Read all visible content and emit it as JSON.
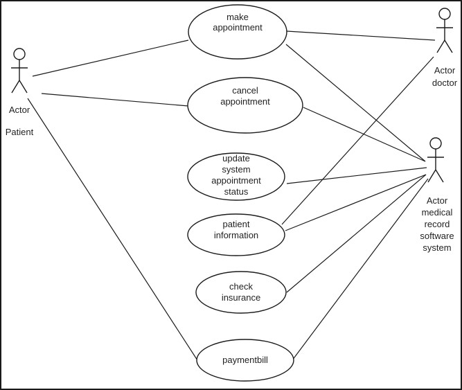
{
  "diagram": {
    "actors": [
      {
        "id": "patient",
        "lines": [
          "Actor",
          "Patient"
        ],
        "icon": "stick-figure-icon"
      },
      {
        "id": "doctor",
        "lines": [
          "Actor",
          "doctor"
        ],
        "icon": "stick-figure-icon"
      },
      {
        "id": "mrs",
        "lines": [
          "Actor",
          "medical",
          "record",
          "software",
          "system"
        ],
        "icon": "stick-figure-icon"
      }
    ],
    "use_cases": [
      {
        "id": "make-appointment",
        "lines": [
          "make",
          "appointment"
        ]
      },
      {
        "id": "cancel-appointment",
        "lines": [
          "cancel",
          "appointment"
        ]
      },
      {
        "id": "update-status",
        "lines": [
          "update",
          "system",
          "appointment",
          "status"
        ]
      },
      {
        "id": "patient-information",
        "lines": [
          "patient",
          "information"
        ]
      },
      {
        "id": "check-insurance",
        "lines": [
          "check",
          "insurance"
        ]
      },
      {
        "id": "paymentbill",
        "lines": [
          "paymentbill"
        ]
      }
    ],
    "associations": [
      [
        "patient",
        "make-appointment"
      ],
      [
        "patient",
        "cancel-appointment"
      ],
      [
        "patient",
        "paymentbill"
      ],
      [
        "doctor",
        "make-appointment"
      ],
      [
        "doctor",
        "patient-information"
      ],
      [
        "mrs",
        "make-appointment"
      ],
      [
        "mrs",
        "cancel-appointment"
      ],
      [
        "mrs",
        "update-status"
      ],
      [
        "mrs",
        "patient-information"
      ],
      [
        "mrs",
        "check-insurance"
      ],
      [
        "mrs",
        "paymentbill"
      ]
    ]
  }
}
